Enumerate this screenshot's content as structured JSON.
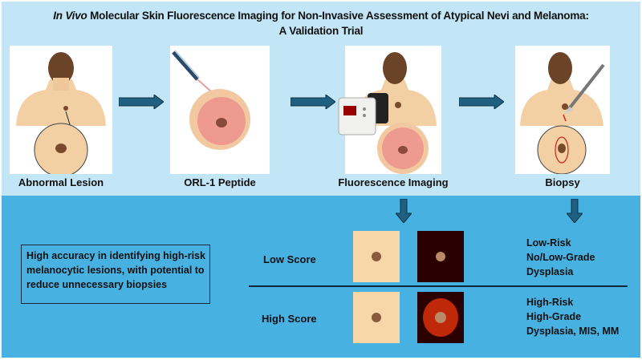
{
  "title": {
    "italic": "In Vivo",
    "rest": " Molecular Skin Fluorescence Imaging for Non-Invasive Assessment of Atypical Nevi and Melanoma:",
    "line2": "A Validation Trial"
  },
  "steps": [
    {
      "label": "Abnormal Lesion",
      "icon": "back-with-lesion"
    },
    {
      "label": "ORL-1 Peptide",
      "icon": "pipette-drop-on-lesion"
    },
    {
      "label": "Fluorescence Imaging",
      "icon": "imaging-camera"
    },
    {
      "label": "Biopsy",
      "icon": "scalpel"
    }
  ],
  "summary": "High accuracy in identifying high-risk melanocytic lesions, with potential to reduce unnecessary biopsies",
  "outcomes": [
    {
      "score": "Low Score",
      "risk": [
        "Low-Risk",
        "No/Low-Grade",
        "Dysplasia"
      ]
    },
    {
      "score": "High Score",
      "risk": [
        "High-Risk",
        "High-Grade",
        "Dysplasia, MIS, MM"
      ]
    }
  ],
  "colors": {
    "top_band": "#c3e6f6",
    "bottom_band": "#47b1e2",
    "arrow": "#1f5f7f",
    "skin": "#f7d6a8",
    "lesion": "#8a5a3c",
    "fluorescence": "#c0280a",
    "dark_bg": "#2a0000"
  }
}
